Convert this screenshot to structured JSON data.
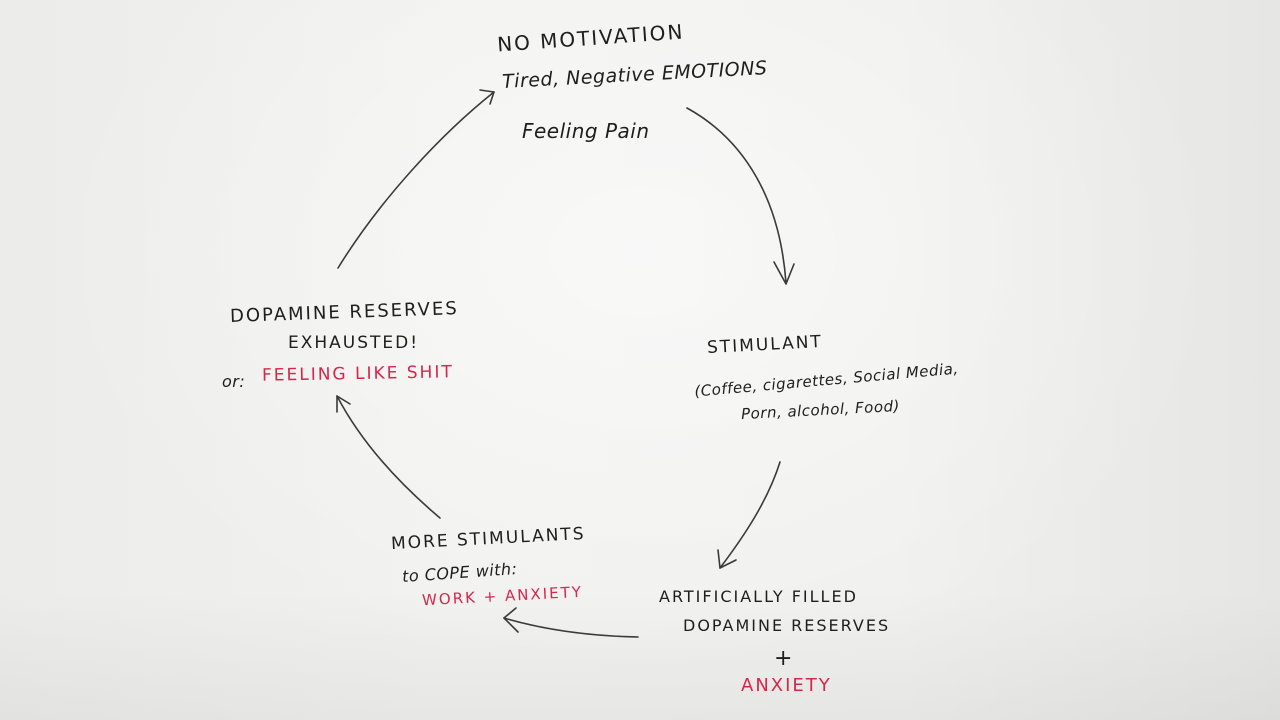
{
  "top_node": {
    "line1": "NO MOTIVATION",
    "line2": "Tired, Negative EMOTIONS",
    "line3": "Feeling Pain"
  },
  "right_node": {
    "title": "STIMULANT",
    "line2": "(Coffee, cigarettes, Social Media,",
    "line3": "Porn, alcohol, Food)"
  },
  "bottom_right_node": {
    "line1": "ARTIFICIALLY FILLED",
    "line2": "DOPAMINE RESERVES",
    "plus": "+",
    "line3": "ANXIETY"
  },
  "bottom_left_node": {
    "line1": "MORE STIMULANTS",
    "line2": "to COPE with:",
    "line3": "WORK + ANXIETY"
  },
  "left_node": {
    "line1": "DOPAMINE RESERVES",
    "line2": "EXHAUSTED!",
    "or_label": "or:",
    "line3": "FEELING LIKE SHIT"
  },
  "colors": {
    "ink": "#1e1e1e",
    "highlight": "#d6264a",
    "board": "#f0f0ee"
  }
}
